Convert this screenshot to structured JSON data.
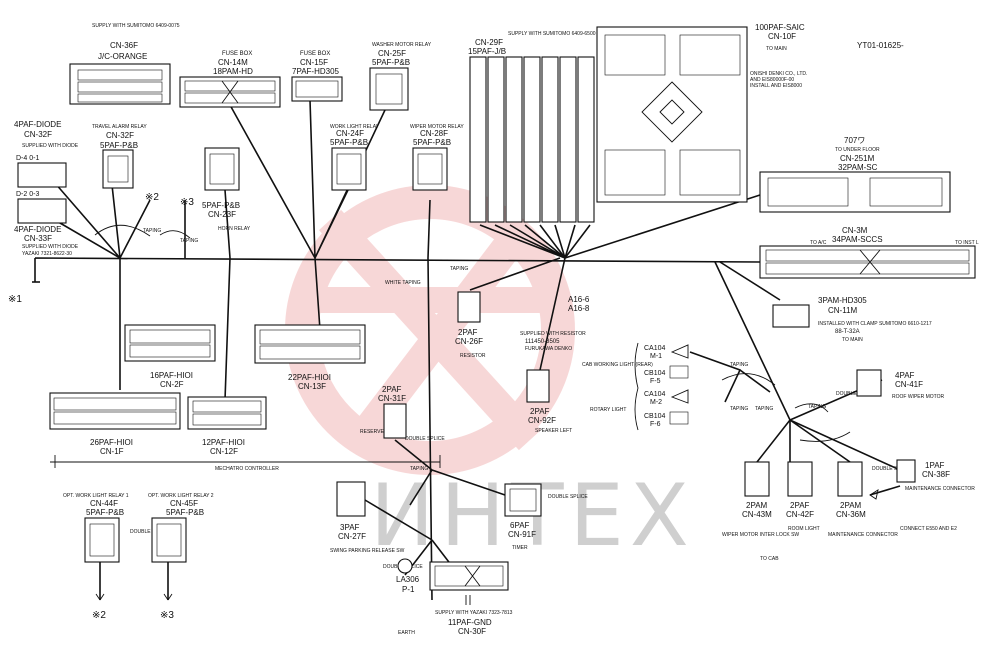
{
  "watermark": {
    "text": "ИНТЕХ",
    "color": "#f2b8b8"
  },
  "top_right_code": "YT01-01625-",
  "connectors": {
    "cn36f": {
      "note": "SUPPLY WITH SUMITOMO 6409-0075",
      "name": "CN-36F",
      "desc": "J/C-ORANGE"
    },
    "cn32f": {
      "title": "4PAF-DIODE",
      "name": "CN-32F",
      "supplied": "SUPPLIED WITH DIODE",
      "pin_a": "D-4  0-1",
      "pin_b": "D-2  0-3"
    },
    "cn33f": {
      "title": "4PAF-DIODE",
      "name": "CN-33F",
      "supplied": "SUPPLIED WITH DIODE",
      "maker": "YAZAKI 7321-8622-30"
    },
    "cn32f_relay": {
      "label": "TRAVEL ALARM RELAY",
      "name": "CN-32F",
      "type": "5PAF-P&B"
    },
    "cn14m": {
      "label": "FUSE BOX",
      "name": "CN-14M",
      "type": "18PAM-HD"
    },
    "cn15f": {
      "label": "FUSE BOX",
      "name": "CN-15F",
      "type": "7PAF-HD305"
    },
    "cn25f": {
      "label": "WASHER MOTOR RELAY",
      "name": "CN-25F",
      "type": "5PAF-P&B"
    },
    "cn23f": {
      "label": "HORN RELAY",
      "name": "CN-23F",
      "type": "5PAF-P&B"
    },
    "cn24f": {
      "label": "WORK LIGHT RELAY",
      "name": "CN-24F",
      "type": "5PAF-P&B"
    },
    "cn28f": {
      "label": "WIPER MOTOR RELAY",
      "name": "CN-28F",
      "type": "5PAF-P&B"
    },
    "cn29f": {
      "name": "CN-29F",
      "type": "15PAF-J/B",
      "note": "SUPPLY WITH SUMITOMO 6409-6500"
    },
    "cn10f": {
      "type": "100PAF-SAIC",
      "name": "CN-10F",
      "to": "TO MAIN",
      "maker": "ONISHI DENKI CO., LTD.",
      "maker2": "AND EIS80000F-00",
      "maker3": "INSTALL AND EIS8000"
    },
    "cn251m": {
      "code": "707ワ",
      "to": "TO UNDER FLOOR",
      "name": "CN-251M",
      "type": "32PAM-SC"
    },
    "cn3m": {
      "name": "CN-3M",
      "type": "34PAM-SCCS",
      "to_ac": "TO A/C",
      "to_inst": "TO INST L"
    },
    "cn11m": {
      "type": "3PAM-HD305",
      "name": "CN-11M",
      "note": "INSTALLED WITH CLAMP SUMITOMO 6610-1217",
      "part": "88-T-32A",
      "to": "TO MAIN"
    },
    "cn2f": {
      "type": "16PAF-HIOI",
      "name": "CN-2F"
    },
    "cn13f": {
      "type": "22PAF-HIOI",
      "name": "CN-13F"
    },
    "cn1f": {
      "type": "26PAF-HIOI",
      "name": "CN-1F"
    },
    "cn12f": {
      "type": "12PAF-HIOI",
      "name": "CN-12F"
    },
    "cn26f": {
      "type": "2PAF",
      "name": "CN-26F",
      "label": "RESISTOR"
    },
    "cn92f": {
      "type": "2PAF",
      "name": "CN-92F",
      "label": "SPEAKER LEFT"
    },
    "cn31f": {
      "type": "2PAF",
      "name": "CN-31F",
      "label": "RESERVE SOURCE",
      "splice": "DOUBLE SPLICE"
    },
    "cn27f": {
      "type": "3PAF",
      "name": "CN-27F",
      "label": "SWING PARKING RELEASE SW"
    },
    "cn91f": {
      "type": "6PAF",
      "name": "CN-91F",
      "label": "TIMER",
      "splice": "DOUBLE SPLICE"
    },
    "p1": {
      "type": "LA306",
      "name": "P-1",
      "label": "DOUBLE SPLICE"
    },
    "cn30f": {
      "note": "SUPPLY WITH YAZAKI 7323-7813",
      "type": "11PAF-GND",
      "name": "CN-30F",
      "label": "EARTH"
    },
    "cn44f": {
      "label": "OPT. WORK LIGHT RELAY 1",
      "name": "CN-44F",
      "type": "5PAF-P&B"
    },
    "cn45f": {
      "label": "OPT. WORK LIGHT RELAY 2",
      "name": "CN-45F",
      "type": "5PAF-P&B",
      "splice": "DOUBLE SPLICE"
    },
    "cn41f": {
      "type": "4PAF",
      "name": "CN-41F",
      "label": "ROOF WIPER MOTOR",
      "splice": "DOUBLE SPLICE"
    },
    "cn43m": {
      "type": "2PAM",
      "name": "CN-43M",
      "label": "WIPER MOTOR INTER LOCK SW"
    },
    "cn42f": {
      "type": "2PAF",
      "name": "CN-42F",
      "label": "ROOM LIGHT"
    },
    "cn36m": {
      "type": "2PAM",
      "name": "CN-36M",
      "label": "MAINTENANCE CONNECTOR"
    },
    "cn38f": {
      "type": "1PAF",
      "name": "CN-38F",
      "label": "MAINTENANCE CONNECTOR",
      "splice": "DOUBLE SPLICE",
      "connect": "CONNECT E550 AND E2"
    },
    "ca104m1": {
      "name": "CA104",
      "sub": "M-1"
    },
    "cb104f5": {
      "name": "CB104",
      "sub": "F-5"
    },
    "ca104m2": {
      "name": "CA104",
      "sub": "M-2"
    },
    "cb104f6": {
      "name": "CB104",
      "sub": "F-6"
    }
  },
  "labels": {
    "taping": "TAPING",
    "white_taping": "WHITE TAPING",
    "mechatro": "MECHATRO CONTROLLER",
    "resistor_note": "SUPPLIED WITH RESISTOR",
    "resistor_part": "111450-3505",
    "resistor_maker": "FURUKAWA DENKO",
    "a166": "A16-6",
    "a168": "A16-8",
    "cab_work_light": "CAB WORKING LIGHT (REAR)",
    "rotary_light": "ROTARY LIGHT",
    "to_cab": "TO CAB",
    "ref1": "※1",
    "ref2": "※2",
    "ref3": "※3"
  }
}
